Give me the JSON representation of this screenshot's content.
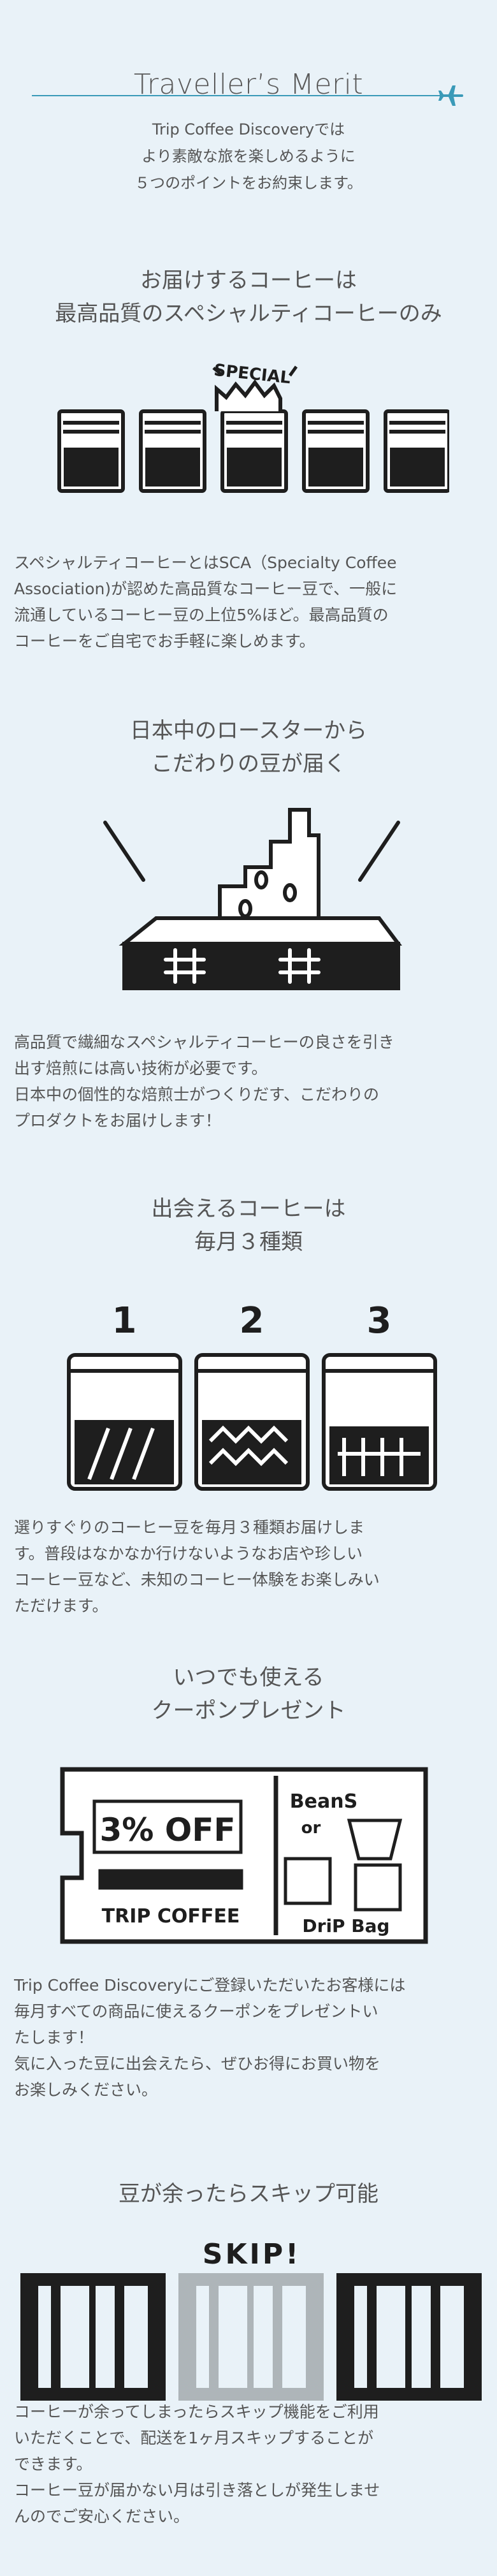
{
  "header": {
    "title": "Traveller’s Merit",
    "intro_lines": [
      "Trip Coffee Discoveryでは",
      "より素敵な旅を楽しめるように",
      "５つのポイントをお約束します。"
    ]
  },
  "colors": {
    "background": "#e9f2f8",
    "accent": "#3a9ab8",
    "text": "#555555"
  },
  "points": [
    {
      "heading_lines": [
        "お届けするコーヒーは",
        "最高品質のスペシャルティコーヒーのみ"
      ],
      "illustration_text": "SPECIAL",
      "body_lines": [
        "スペシャルティコーヒーとはSCA（Specialty Coffee",
        "Association)が認めた高品質なコーヒー豆で、一般に",
        "流通しているコーヒー豆の上位5%ほど。最高品質の",
        "コーヒーをご自宅でお手軽に楽しめます。"
      ]
    },
    {
      "heading_lines": [
        "日本中のロースターから",
        "こだわりの豆が届く"
      ],
      "body_lines": [
        "高品質で繊細なスペシャルティコーヒーの良さを引き",
        "出す焙煎には高い技術が必要です。",
        "日本中の個性的な焙煎士がつくりだす、こだわりの",
        "プロダクトをお届けします！"
      ]
    },
    {
      "heading_lines": [
        "出会えるコーヒーは",
        "毎月３種類"
      ],
      "illustration_numbers": [
        "1",
        "2",
        "3"
      ],
      "body_lines": [
        "選りすぐりのコーヒー豆を毎月３種類お届けしま",
        "す。普段はなかなか行けないようなお店や珍しい",
        "コーヒー豆など、未知のコーヒー体験をお楽しみい",
        "ただけます。"
      ]
    },
    {
      "heading_lines": [
        "いつでも使える",
        "クーポンプレゼント"
      ],
      "illustration_text": {
        "discount": "3% OFF",
        "brand": "TRIP COFFEE",
        "beans": "BeanS",
        "or": "or",
        "drip": "DriP Bag"
      },
      "body_lines": [
        "Trip Coffee Discoveryにご登録いただいたお客様には",
        "毎月すべての商品に使えるクーポンをプレゼントい",
        "たします！",
        "気に入った豆に出会えたら、ぜひお得にお買い物を",
        "お楽しみください。"
      ]
    },
    {
      "heading_lines": [
        "豆が余ったらスキップ可能"
      ],
      "illustration_text": "SKIP!",
      "body_lines": [
        "コーヒーが余ってしまったらスキップ機能をご利用",
        "いただくことで、配送を1ヶ月スキップすることが",
        "できます。",
        "コーヒー豆が届かない月は引き落としが発生しませ",
        "んのでご安心ください。"
      ]
    }
  ]
}
